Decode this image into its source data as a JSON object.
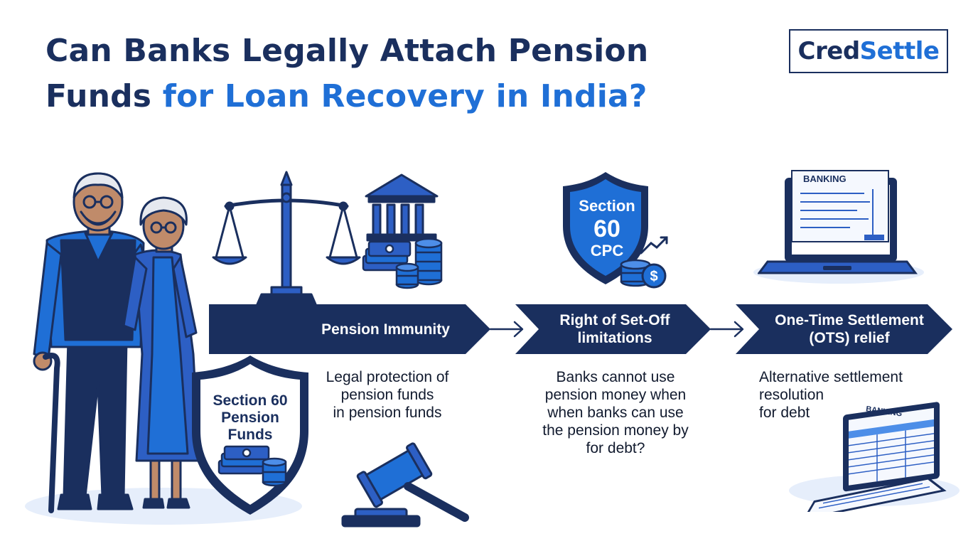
{
  "header": {
    "title_part1": "Can Banks Legally Attach Pension",
    "title_part2": "Funds",
    "title_part3": "for Loan Recovery in India?",
    "brand_part1": "Cred",
    "brand_part2": "Settle"
  },
  "colors": {
    "navy": "#1a2f5e",
    "blue": "#1f6fd6",
    "mid_blue": "#2d5fc4",
    "text": "#111a2e"
  },
  "steps": [
    {
      "label": "Pension Immunity",
      "desc_lines": [
        "Legal protection of",
        "pension funds",
        "in pension funds"
      ]
    },
    {
      "label_lines": [
        "Right of Set-Off",
        "limitations"
      ],
      "desc_lines": [
        "Banks cannot use",
        "pension money when",
        "when banks can use",
        "the pension money by",
        "for debt?"
      ]
    },
    {
      "label_lines": [
        "One-Time Settlement",
        "(OTS) relief"
      ],
      "desc_lines": [
        "Alternative settlement",
        "resolution",
        "for debt"
      ]
    }
  ],
  "shields": {
    "cpc": {
      "line1": "Section",
      "line2": "60",
      "line3": "CPC"
    },
    "pension": {
      "line1": "Section 60",
      "line2": "Pension",
      "line3": "Funds"
    }
  },
  "laptops": {
    "top_label": "BANKING",
    "bottom_label": "BANKING"
  },
  "icons": {
    "scales": "justice-scales-icon",
    "bank": "bank-building-icon",
    "cash": "cash-stack-icon",
    "gavel": "gavel-icon",
    "couple": "senior-couple-illustration",
    "dollar": "dollar-coin-icon",
    "growth": "growth-arrow-icon"
  }
}
